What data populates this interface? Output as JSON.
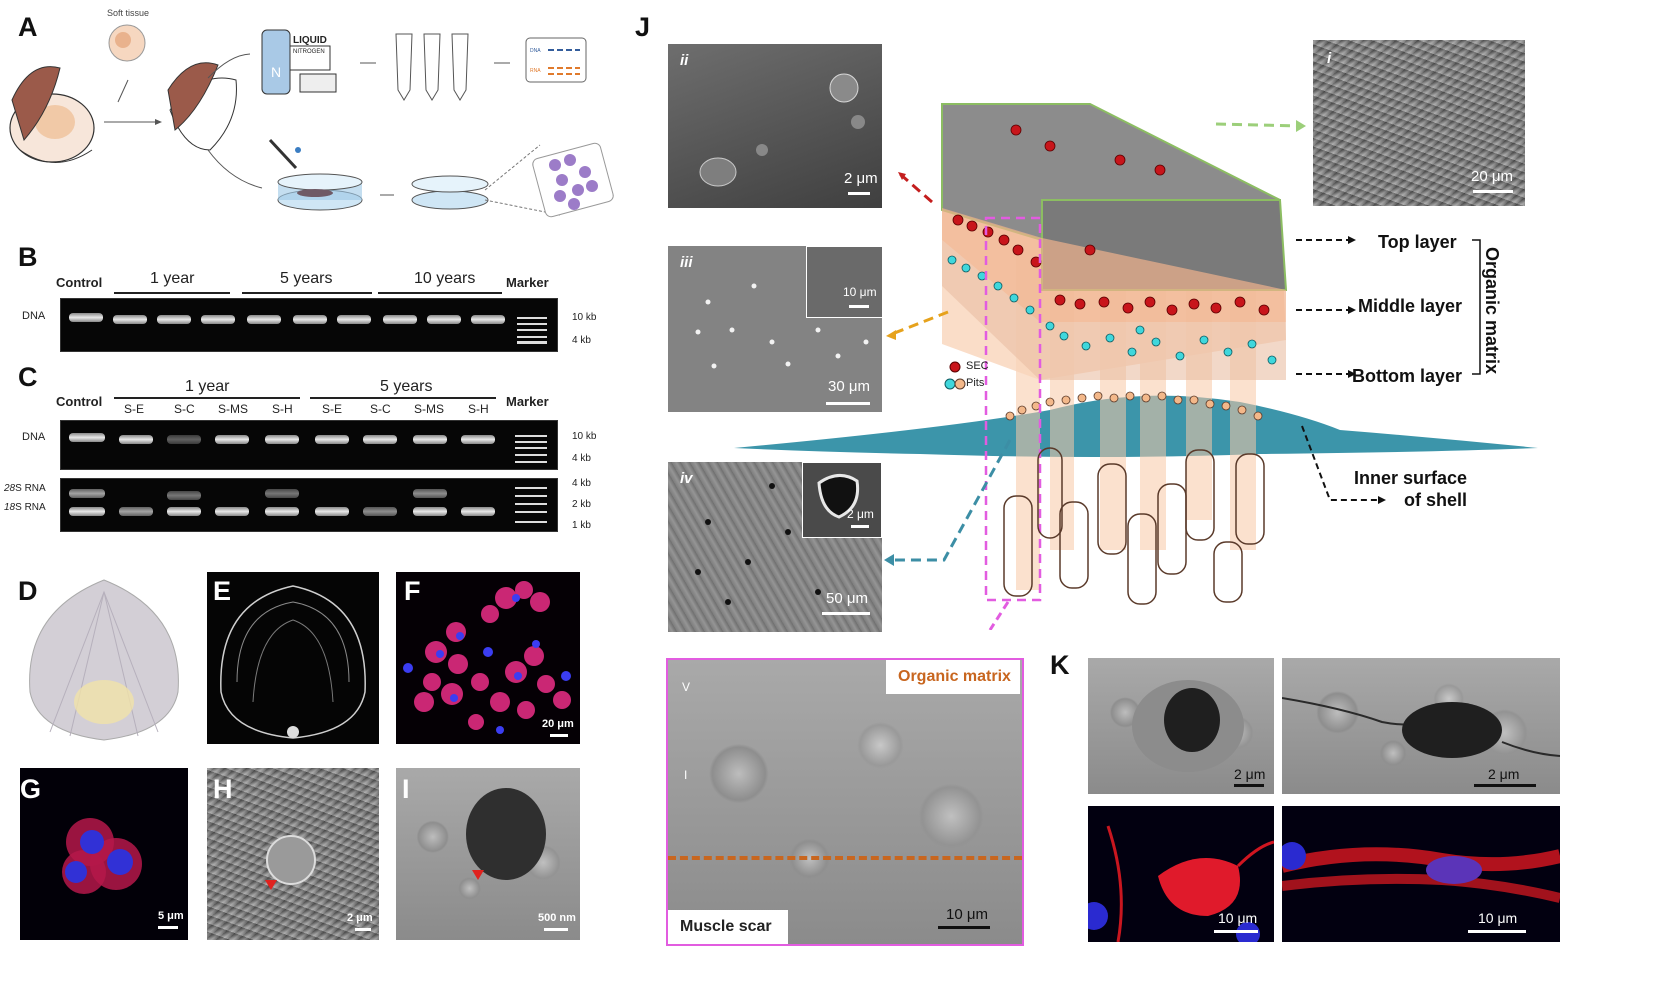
{
  "panels": {
    "A": "A",
    "B": "B",
    "C": "C",
    "D": "D",
    "E": "E",
    "F": "F",
    "G": "G",
    "H": "H",
    "I": "I",
    "J": "J",
    "K": "K"
  },
  "panel_a": {
    "soft_tissue": "Soft tissue",
    "liquid": "LIQUID",
    "nitrogen": "NITROGEN",
    "n_symbol": "N",
    "dna_tag": "DNA",
    "rna_tag": "RNA"
  },
  "panel_b": {
    "control": "Control",
    "group1": "1 year",
    "group2": "5 years",
    "group3": "10 years",
    "marker": "Marker",
    "dna": "DNA",
    "kb10": "10 kb",
    "kb4": "4 kb"
  },
  "panel_c": {
    "control": "Control",
    "group1": "1 year",
    "group2": "5 years",
    "marker": "Marker",
    "lanes": [
      "S-E",
      "S-C",
      "S-MS",
      "S-H",
      "S-E",
      "S-C",
      "S-MS",
      "S-H"
    ],
    "dna": "DNA",
    "rna28_italic": "28",
    "rna28_rest": "S RNA",
    "rna18_italic": "18",
    "rna18_rest": "S RNA",
    "kb10": "10 kb",
    "kb4a": "4 kb",
    "kb4b": "4 kb",
    "kb2": "2 kb",
    "kb1": "1 kb"
  },
  "scales": {
    "f": "20 μm",
    "g": "5 μm",
    "h": "2 μm",
    "i": "500 nm",
    "j_i": "20 μm",
    "j_ii": "2 μm",
    "j_iii": "30 μm",
    "j_iii_inset": "10 μm",
    "j_iv": "50 μm",
    "j_iv_inset": "2 μm",
    "j_scar": "10 μm",
    "k1": "2 μm",
    "k2": "2 μm",
    "k3": "10 μm",
    "k4": "10 μm"
  },
  "panel_j": {
    "roman_i": "i",
    "roman_ii": "ii",
    "roman_iii": "iii",
    "roman_iv": "iv",
    "top_layer": "Top layer",
    "middle_layer": "Middle layer",
    "bottom_layer": "Bottom layer",
    "organic_matrix": "Organic matrix",
    "inner_surface_1": "Inner surface",
    "inner_surface_2": "of shell",
    "legend_sec": "SEC",
    "legend_pits": "Pits",
    "scar_title": "Organic matrix",
    "scar_bottom": "Muscle scar",
    "scar_v": "V",
    "scar_i": "I"
  },
  "colors": {
    "sec": "#c8151b",
    "pits": "#3fd7dc",
    "pit_ring": "#f3b88a",
    "magenta": "#e25ce0",
    "orange": "#c8661f",
    "teal": "#3c8ea5",
    "green": "#9ccf7a",
    "red_arrow": "#c41e1e",
    "yellow_arrow": "#e6a21c"
  }
}
